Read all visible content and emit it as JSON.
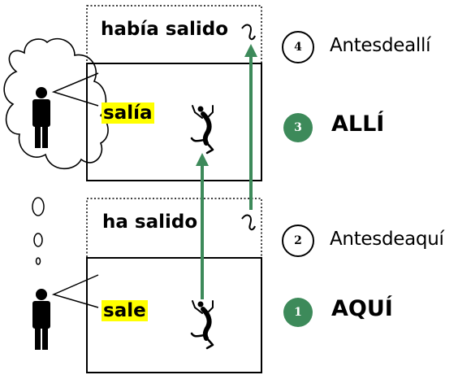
{
  "upper": {
    "dotted_verb": "había salido",
    "solid_verb": "salía"
  },
  "lower": {
    "dotted_verb": "ha salido",
    "solid_verb": "sale"
  },
  "right_labels": [
    {
      "number": "4",
      "text": "Antesdeallí"
    },
    {
      "number": "3",
      "text": "ALLÍ"
    },
    {
      "number": "2",
      "text": "Antesdeaquí"
    },
    {
      "number": "1",
      "text": "AQUÍ"
    }
  ],
  "colors": {
    "arrow": "#3d8a5a",
    "badge_fill": "#3d8a5a",
    "highlight": "#ffff00"
  }
}
